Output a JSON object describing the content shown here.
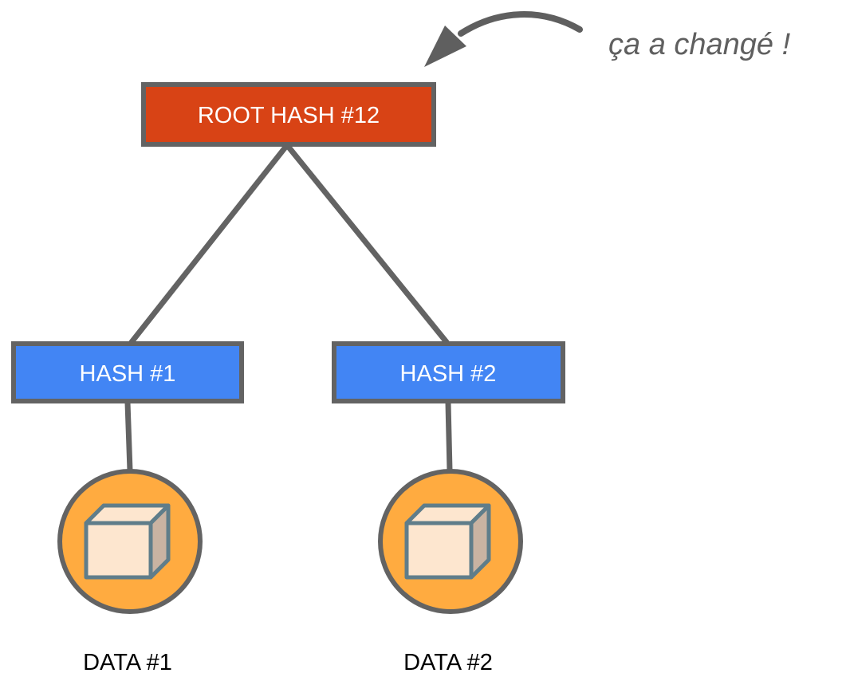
{
  "annotation": {
    "text": "ça a changé !",
    "icon": "curved-arrow-icon"
  },
  "root": {
    "label": "ROOT HASH #12",
    "color": "#d84315"
  },
  "hashes": [
    {
      "label": "HASH #1",
      "color": "#4285f4"
    },
    {
      "label": "HASH #2",
      "color": "#4285f4"
    }
  ],
  "data": [
    {
      "label": "DATA #1",
      "icon": "cube-icon"
    },
    {
      "label": "DATA #2",
      "icon": "cube-icon"
    }
  ],
  "colors": {
    "outline": "#636363",
    "circle_fill": "#ffab40",
    "cube_front": "#fde6cf",
    "cube_side": "#c9b3a2",
    "cube_stroke": "#5f7d8a",
    "annotation": "#5f5f5f"
  }
}
